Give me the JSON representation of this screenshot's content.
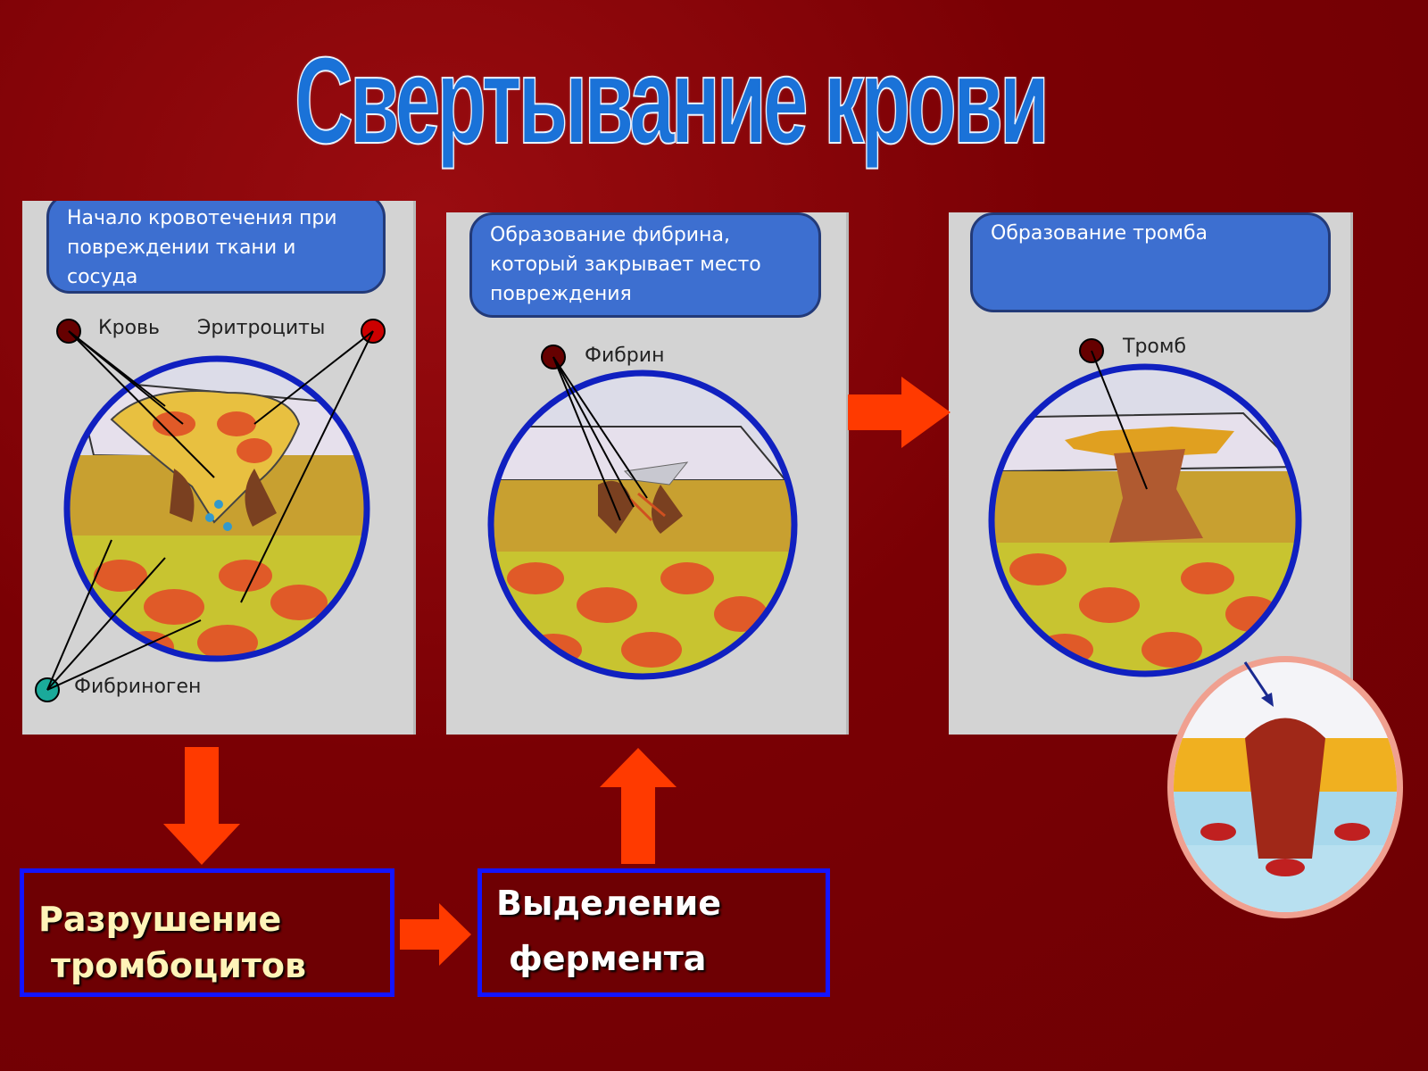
{
  "title": "Свертывание крови",
  "panels": [
    {
      "caption": "Начало кровотечения при повреждении ткани и сосуда",
      "labels": {
        "blood": "Кровь",
        "erythrocytes": "Эритроциты",
        "fibrinogen": "Фибриноген"
      }
    },
    {
      "caption": "Образование фибрина, который закрывает место повреждения",
      "labels": {
        "fibrin": "Фибрин"
      }
    },
    {
      "caption": "Образование тромба",
      "labels": {
        "thrombus": "Тромб"
      }
    }
  ],
  "steps": {
    "platelets": {
      "line1": "Разрушение",
      "line2": "тромбоцитов"
    },
    "enzyme": {
      "line1": "Выделение",
      "line2": "фермента"
    }
  },
  "colors": {
    "background": "#7a0004",
    "title": "#1a72d8",
    "arrow": "#ff3a00",
    "box_border": "#1414ff",
    "bubble": "#3d6fd0",
    "platelets_text": "#fff4b8",
    "enzyme_text": "#ffffff"
  }
}
